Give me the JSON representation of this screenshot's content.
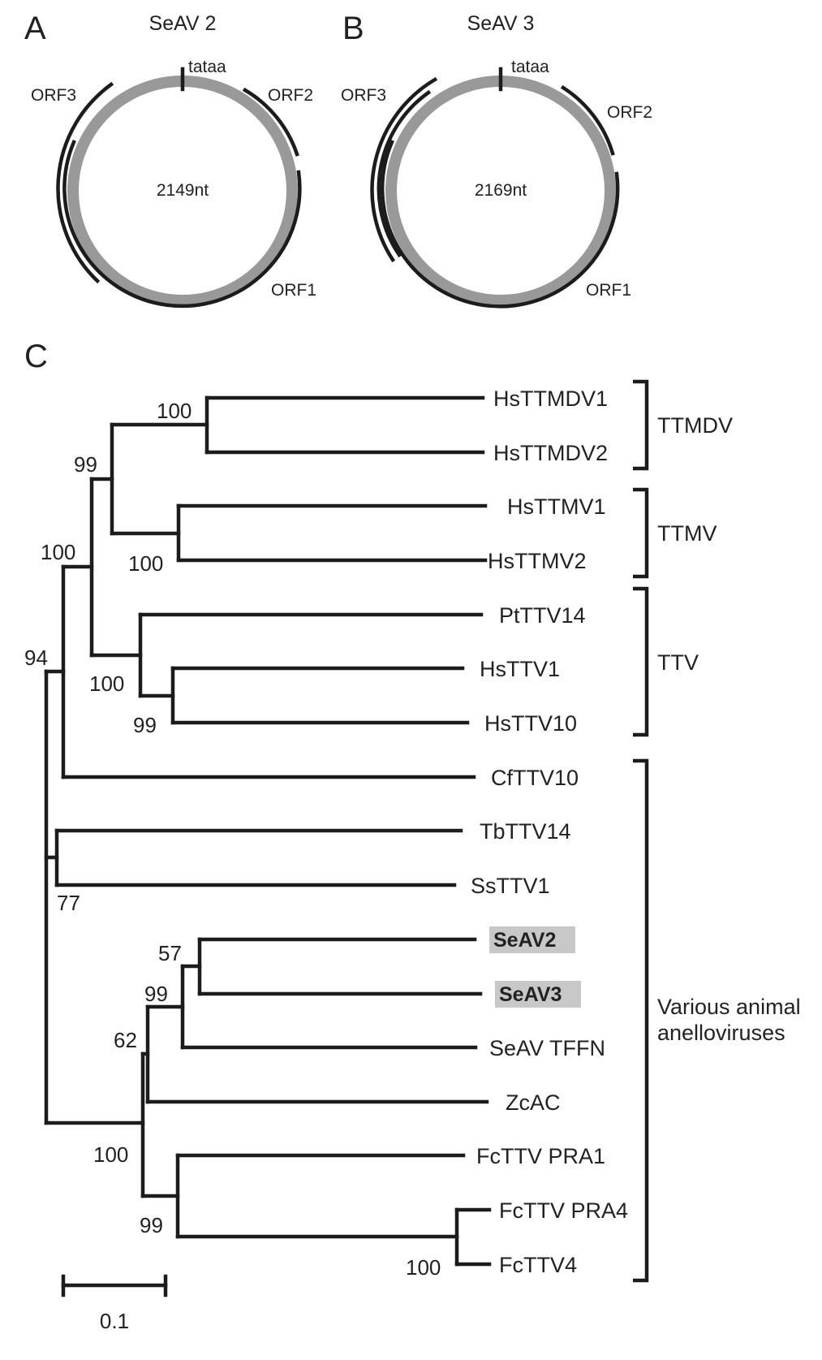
{
  "panels": {
    "a": {
      "letter": "A",
      "title": "SeAV 2",
      "genome_length": "2149nt",
      "promoter": "tataa",
      "orf1": "ORF1",
      "orf2": "ORF2",
      "orf3": "ORF3"
    },
    "b": {
      "letter": "B",
      "title": "SeAV 3",
      "genome_length": "2169nt",
      "promoter": "tataa",
      "orf1": "ORF1",
      "orf2": "ORF2",
      "orf3": "ORF3"
    },
    "c": {
      "letter": "C"
    }
  },
  "tree": {
    "tips": [
      {
        "label": "HsTTMDV1"
      },
      {
        "label": "HsTTMDV2"
      },
      {
        "label": "HsTTMV1"
      },
      {
        "label": "HsTTMV2"
      },
      {
        "label": "PtTTV14"
      },
      {
        "label": "HsTTV1"
      },
      {
        "label": "HsTTV10"
      },
      {
        "label": "CfTTV10"
      },
      {
        "label": "TbTTV14"
      },
      {
        "label": "SsTTV1"
      },
      {
        "label": "SeAV2",
        "highlight": true
      },
      {
        "label": "SeAV3",
        "highlight": true
      },
      {
        "label": "SeAV TFFN"
      },
      {
        "label": "ZcAC"
      },
      {
        "label": "FcTTV PRA1"
      },
      {
        "label": "FcTTV PRA4"
      },
      {
        "label": "FcTTV4"
      }
    ],
    "bootstrap": [
      "100",
      "99",
      "100",
      "100",
      "94",
      "100",
      "99",
      "77",
      "57",
      "99",
      "62",
      "100",
      "99",
      "100"
    ],
    "clades": [
      "TTMDV",
      "TTMV",
      "TTV",
      "Various animal",
      "anelloviruses"
    ],
    "scale_bar": "0.1",
    "highlight_color": "#c8c8c8"
  },
  "colors": {
    "genome_ring": "#999999",
    "orf_arc": "#1c1c1c"
  }
}
